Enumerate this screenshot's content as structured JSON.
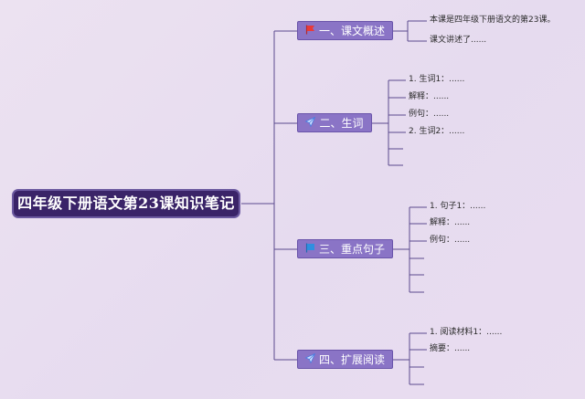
{
  "title": "四年级下册语文第23课知识笔记",
  "branches": [
    {
      "label": "一、课文概述",
      "icon": "red-flag-icon",
      "items": [
        "本课是四年级下册语文的第23课。",
        "课文讲述了......"
      ]
    },
    {
      "label": "二、生词",
      "icon": "paper-plane-icon",
      "items": [
        "1. 生词1：......",
        "解释：......",
        "例句：......",
        "2. 生词2：......",
        "",
        ""
      ]
    },
    {
      "label": "三、重点句子",
      "icon": "blue-flag-icon",
      "items": [
        "1. 句子1：......",
        "解释：......",
        "例句：......",
        "",
        "",
        ""
      ]
    },
    {
      "label": "四、扩展阅读",
      "icon": "paper-plane-icon",
      "items": [
        "1. 阅读材料1：......",
        "摘要：......",
        "",
        ""
      ]
    }
  ],
  "colors": {
    "root_bg": "#3a2468",
    "branch_bg": "#8a74c6",
    "line": "#5b4a8e",
    "red_flag": "#e83a3a",
    "blue_flag": "#2f8fe0",
    "plane": "#4a7de0"
  }
}
